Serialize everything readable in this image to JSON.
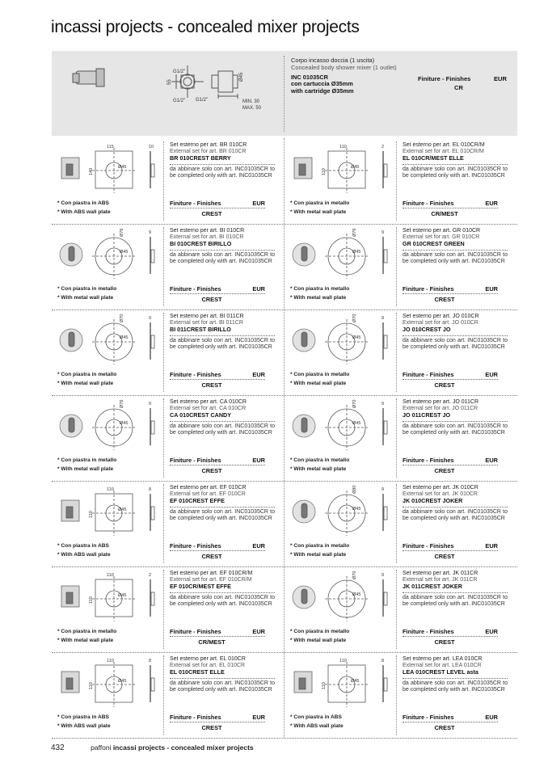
{
  "page_title": "incassi projects - concealed mixer projects",
  "hero": {
    "line1": "Corpo incasso doccia (1 uscita)",
    "line2": "Concealed body shower mixer (1 outlet)",
    "code": "INC 01035CR",
    "cart1": "con cartuccia Ø35mm",
    "cart2": "with cartridge Ø35mm",
    "fin_label": "Finiture - Finishes",
    "fin_currency": "EUR",
    "fin_value": "CR",
    "dims": {
      "d1": "G1/2\"",
      "d2": "G1/2\"",
      "d3": "G1/2\"",
      "h": "55",
      "dia": "Ø45",
      "min": "MIN. 30",
      "max": "MAX. 50"
    }
  },
  "products": [
    {
      "it": "Set esterno per art. BR 010CR",
      "en": "External set for art. BR 010CR",
      "code": "BR 010CREST  BERRY",
      "note": "da abbinare solo con art. INC01035CR to be completed only with art. INC01035CR",
      "plate1": "* Con piastra in ABS",
      "plate2": "* With ABS wall plate",
      "fin": "Finiture - Finishes",
      "cur": "EUR",
      "val": "CREST",
      "dims": [
        "115",
        "10",
        "140",
        "Ø45"
      ]
    },
    {
      "it": "Set esterno per art. EL 010CR/M",
      "en": "External set for art. EL 010CR/M",
      "code": "EL 010CR/MEST  ELLE",
      "note": "da abbinare solo con art. INC01035CR to be completed only with art. INC01035CR",
      "plate1": "* Con piastra in metallo",
      "plate2": "* With metal wall plate",
      "fin": "Finiture - Finishes",
      "cur": "EUR",
      "val": "CR/MEST",
      "dims": [
        "110",
        "2",
        "110",
        "Ø45"
      ]
    },
    {
      "it": "Set esterno per art. BI 010CR",
      "en": "External set for art. BI 010CR",
      "code": "BI 010CREST  BIRILLO",
      "note": "da abbinare solo con art. INC01035CR to be completed only with art. INC01035CR",
      "plate1": "* Con piastra in metallo",
      "plate2": "* With metal wall plate",
      "fin": "Finiture - Finishes",
      "cur": "EUR",
      "val": "CREST",
      "dims": [
        "Ø76",
        "9",
        "Ø45"
      ]
    },
    {
      "it": "Set esterno per art. GR 010CR",
      "en": "External set for art. GR 010CR",
      "code": "GR 010CREST  GREEN",
      "note": "da abbinare solo con art. INC01035CR to be completed only with art. INC01035CR",
      "plate1": "* Con piastra in metallo",
      "plate2": "* With metal wall plate",
      "fin": "Finiture - Finishes",
      "cur": "EUR",
      "val": "CREST",
      "dims": [
        "Ø76",
        "9",
        "Ø45"
      ]
    },
    {
      "it": "Set esterno per art. BI 011CR",
      "en": "External set for art. BI 011CR",
      "code": "BI 011CREST  BIRILLO",
      "note": "da abbinare solo con art. INC01035CR to be completed only with art. INC01035CR",
      "plate1": "* Con piastra in metallo",
      "plate2": "* With metal wall plate",
      "fin": "Finiture - Finishes",
      "cur": "EUR",
      "val": "CREST",
      "dims": [
        "Ø70",
        "9",
        "Ø45"
      ]
    },
    {
      "it": "Set esterno per art. JO 010CR",
      "en": "External set for art. JO 010CR",
      "code": "JO 010CREST  JO",
      "note": "da abbinare solo con art. INC01035CR to be completed only with art. INC01035CR",
      "plate1": "* Con piastra in metallo",
      "plate2": "* With metal wall plate",
      "fin": "Finiture - Finishes",
      "cur": "EUR",
      "val": "CREST",
      "dims": [
        "Ø70",
        "9",
        "Ø45"
      ]
    },
    {
      "it": "Set esterno per art. CA 010CR",
      "en": "External set for art. CA 010CR",
      "code": "CA 010CREST  CANDY",
      "note": "da abbinare solo con art. INC01035CR to be completed only with art. INC01035CR",
      "plate1": "* Con piastra in metallo",
      "plate2": "* With metal wall plate",
      "fin": "Finiture - Finishes",
      "cur": "EUR",
      "val": "CREST",
      "dims": [
        "Ø76",
        "9",
        "Ø45"
      ]
    },
    {
      "it": "Set esterno per art. JO 011CR",
      "en": "External set for art. JO 011CR",
      "code": "JO 011CREST  JO",
      "note": "da abbinare solo con art. INC01035CR to be completed only with art. INC01035CR",
      "plate1": "* Con piastra in metallo",
      "plate2": "* With metal wall plate",
      "fin": "Finiture - Finishes",
      "cur": "EUR",
      "val": "CREST",
      "dims": [
        "Ø70",
        "9",
        "Ø45"
      ]
    },
    {
      "it": "Set esterno per art. EF 010CR",
      "en": "External set for art. EF 010CR",
      "code": "EF 010CREST  EFFE",
      "note": "da abbinare solo con art. INC01035CR to be completed only with art. INC01035CR",
      "plate1": "* Con piastra in ABS",
      "plate2": "* With ABS wall plate",
      "fin": "Finiture - Finishes",
      "cur": "EUR",
      "val": "CREST",
      "dims": [
        "110",
        "8",
        "110",
        "Ø45"
      ]
    },
    {
      "it": "Set esterno per art. JK 010CR",
      "en": "External set for art. JK 010CR",
      "code": "JK 010CREST  JOKER",
      "note": "da abbinare solo con art. INC01035CR to be completed only with art. INC01035CR",
      "plate1": "* Con piastra in metallo",
      "plate2": "* With metal wall plate",
      "fin": "Finiture - Finishes",
      "cur": "EUR",
      "val": "CREST",
      "dims": [
        "Ø80",
        "9",
        "Ø45"
      ]
    },
    {
      "it": "Set esterno per art. EF 010CR/M",
      "en": "External set for art. EF 010CR/M",
      "code": "EF 010CR/MEST  EFFE",
      "note": "da abbinare solo con art. INC01035CR to be completed only with art. INC01035CR",
      "plate1": "* Con piastra in metallo",
      "plate2": "* With metal wall plate",
      "fin": "Finiture - Finishes",
      "cur": "EUR",
      "val": "CR/MEST",
      "dims": [
        "110",
        "2",
        "110",
        "Ø45"
      ]
    },
    {
      "it": "Set esterno per art. JK 011CR",
      "en": "External set for art. JK 011CR",
      "code": "JK 011CREST  JOKER",
      "note": "da abbinare solo con art. INC01035CR to be completed only with art. INC01035CR",
      "plate1": "* Con piastra in metallo",
      "plate2": "* With metal wall plate",
      "fin": "Finiture - Finishes",
      "cur": "EUR",
      "val": "CREST",
      "dims": [
        "Ø70",
        "9",
        "Ø45"
      ]
    },
    {
      "it": "Set esterno per art. EL 010CR",
      "en": "External set for art. EL 010CR",
      "code": "EL 010CREST  ELLE",
      "note": "da abbinare solo con art. INC01035CR to be completed only with art. INC01035CR",
      "plate1": "* Con piastra in ABS",
      "plate2": "* With ABS wall plate",
      "fin": "Finiture - Finishes",
      "cur": "EUR",
      "val": "CREST",
      "dims": [
        "110",
        "8",
        "110",
        "Ø45"
      ]
    },
    {
      "it": "Set esterno per art. LEA 010CR",
      "en": "External set for art. LEA 010CR",
      "code": "LEA 010CREST  LEVEL asta",
      "note": "da abbinare solo con art. INC01035CR to be completed only with art. INC01035CR",
      "plate1": "* Con piastra in ABS",
      "plate2": "* With ABS wall plate",
      "fin": "Finiture - Finishes",
      "cur": "EUR",
      "val": "CREST",
      "dims": [
        "110",
        "8",
        "110",
        "Ø45"
      ]
    }
  ],
  "footer": {
    "page": "432",
    "brand": "paffoni",
    "title": "incassi projects - concealed mixer projects"
  }
}
